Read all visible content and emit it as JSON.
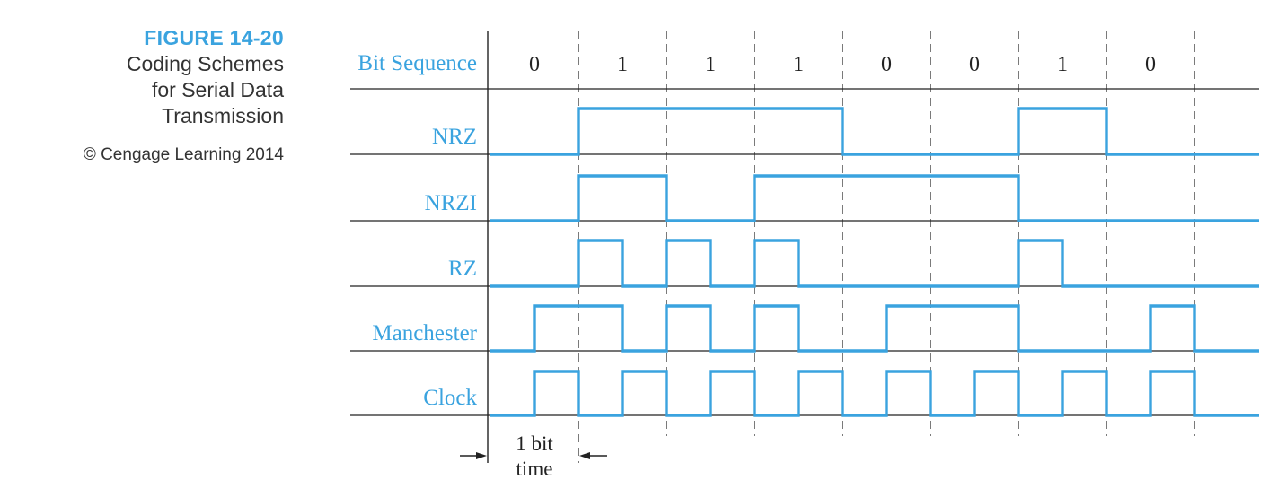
{
  "caption": {
    "figure_number": "FIGURE 14-20",
    "title_lines": [
      "Coding Schemes",
      "for Serial Data",
      "Transmission"
    ],
    "copyright": "© Cengage Learning 2014"
  },
  "diagram": {
    "header_label": "Bit Sequence",
    "bits": [
      "0",
      "1",
      "1",
      "1",
      "0",
      "0",
      "1",
      "0"
    ],
    "signals": [
      {
        "name": "NRZ",
        "levels": [
          0,
          0,
          1,
          1,
          1,
          1,
          1,
          1,
          0,
          0,
          0,
          0,
          1,
          1,
          0,
          0,
          0
        ]
      },
      {
        "name": "NRZI",
        "levels": [
          0,
          0,
          1,
          1,
          0,
          0,
          1,
          1,
          1,
          1,
          1,
          1,
          0,
          0,
          0,
          0,
          0
        ]
      },
      {
        "name": "RZ",
        "levels": [
          0,
          0,
          1,
          0,
          1,
          0,
          1,
          0,
          0,
          0,
          0,
          0,
          1,
          0,
          0,
          0,
          0
        ]
      },
      {
        "name": "Manchester",
        "levels": [
          0,
          1,
          1,
          0,
          1,
          0,
          1,
          0,
          0,
          1,
          1,
          1,
          0,
          0,
          0,
          1,
          0
        ]
      },
      {
        "name": "Clock",
        "levels": [
          0,
          1,
          0,
          1,
          0,
          1,
          0,
          1,
          0,
          1,
          0,
          1,
          0,
          1,
          0,
          1,
          0
        ]
      }
    ],
    "bit_time_label_lines": [
      "1 bit",
      "time"
    ],
    "colors": {
      "signal": "#3aa3df",
      "grid": "#222222",
      "label": "#3aa3df"
    }
  }
}
